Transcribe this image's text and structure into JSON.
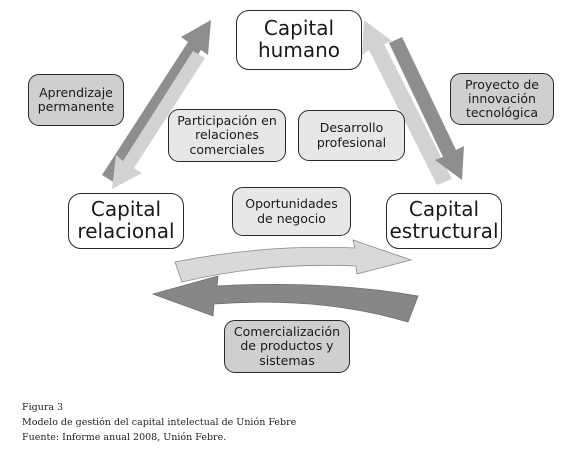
{
  "nodes": {
    "capital_humano": "Capital\nhumano",
    "capital_relacional": "Capital\nrelacional",
    "capital_estructural": "Capital\nestructural",
    "aprendizaje": "Aprendizaje\npermanente",
    "proyecto": "Proyecto de\ninnovación\ntecnológica",
    "participacion": "Participación en\nrelaciones\ncomerciales",
    "desarrollo": "Desarrollo\nprofesional",
    "oportunidades": "Oportunidades\nde negocio",
    "comercializacion": "Comercialización\nde productos y\nsistemas"
  },
  "caption": {
    "figure": "Figura 3",
    "title": "Modelo de gestión del capital intelectual de Unión Febre",
    "source": "Fuente: Informe anual 2008, Unión Febre."
  },
  "colors": {
    "arrow_dark": "#8e8e8e",
    "arrow_light": "#d2d2d2",
    "box_grey": "#cfcfcf",
    "box_light": "#e7e7e7"
  }
}
